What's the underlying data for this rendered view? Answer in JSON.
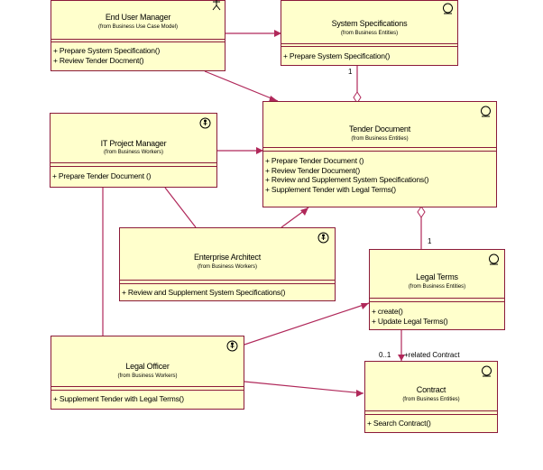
{
  "classes": {
    "end_user_manager": {
      "name": "End User Manager",
      "package": "(from Business Use Case Model)",
      "operations": [
        "+ Prepare System Specification()",
        "+ Review Tender Docment()"
      ]
    },
    "system_specifications": {
      "name": "System Specifications",
      "package": "(from Business Entities)",
      "operations": [
        "+ Prepare System Specification()"
      ]
    },
    "it_project_manager": {
      "name": "IT Project Manager",
      "package": "(from Business Workers)",
      "operations": [
        "+ Prepare Tender Document ()"
      ]
    },
    "tender_document": {
      "name": "Tender Document",
      "package": "(from Business Entities)",
      "operations": [
        "+ Prepare Tender Document ()",
        "+ Review Tender Document()",
        "+ Review and Supplement System Specifications()",
        "+ Supplement Tender with Legal Terms()"
      ]
    },
    "enterprise_architect": {
      "name": "Enterprise Architect",
      "package": "(from Business Workers)",
      "operations": [
        "+ Review and Supplement System Specifications()"
      ]
    },
    "legal_terms": {
      "name": "Legal Terms",
      "package": "(from Business Entities)",
      "operations": [
        "+ create()",
        "+ Update Legal Terms()"
      ]
    },
    "legal_officer": {
      "name": "Legal Officer",
      "package": "(from Business Workers)",
      "operations": [
        "+ Supplement Tender with Legal Terms()"
      ]
    },
    "contract": {
      "name": "Contract",
      "package": "(from Business Entities)",
      "operations": [
        "+ Search Contract()"
      ]
    }
  },
  "labels": {
    "mult_sysspec": "1",
    "mult_legalterms": "1",
    "mult_contract": "0..1",
    "role_contract": "+related Contract"
  },
  "colors": {
    "line": "#b0285a",
    "border": "#8b1a3a",
    "fill": "#ffffcc"
  },
  "icons": {
    "end_user_manager": "actor-icon",
    "system_specifications": "entity-icon",
    "it_project_manager": "worker-icon",
    "tender_document": "entity-icon",
    "enterprise_architect": "worker-icon",
    "legal_terms": "entity-icon",
    "legal_officer": "worker-icon",
    "contract": "entity-icon"
  }
}
